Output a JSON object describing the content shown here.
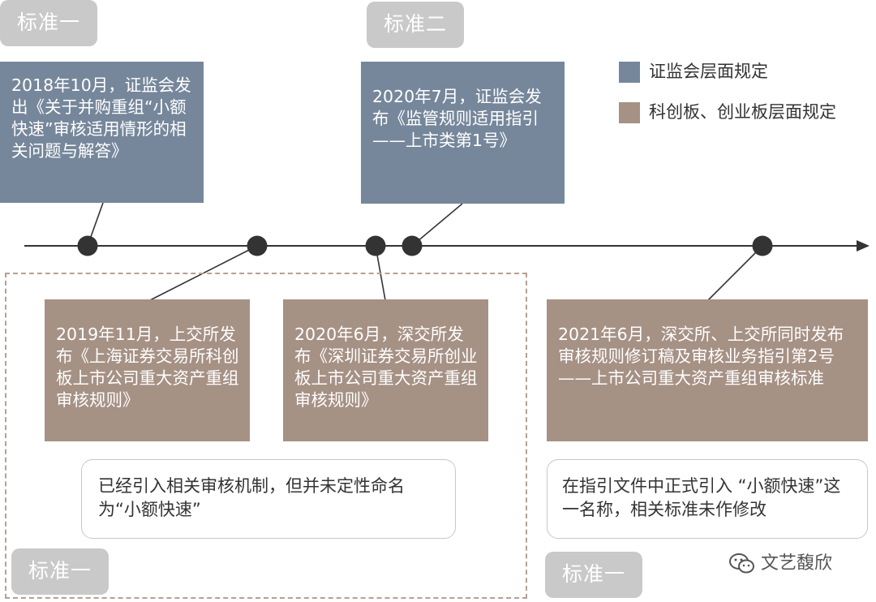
{
  "tags": {
    "standard1_top": "标准一",
    "standard2_top": "标准二",
    "standard1_left_bottom": "标准一",
    "standard1_right_bottom": "标准一"
  },
  "legend": {
    "csrc": {
      "label": "证监会层面规定",
      "color": "#76879b"
    },
    "board": {
      "label": "科创板、创业板层面规定",
      "color": "#a69185"
    }
  },
  "events": {
    "e2018": "2018年10月，证监会发出《关于并购重组“小额快速”审核适用情形的相关问题与解答》",
    "e2020_7": "2020年7月，证监会发布《监管规则适用指引——上市类第1号》",
    "e2019": "2019年11月，上交所发布《上海证券交易所科创板上市公司重大资产重组审核规则》",
    "e2020_6": "2020年6月，深交所发布《深圳证券交易所创业板上市公司重大资产重组审核规则》",
    "e2021": "2021年6月，深交所、上交所同时发布审核规则修订稿及审核业务指引第2号——上市公司重大资产重组审核标准"
  },
  "notes": {
    "left": "已经引入相关审核机制，但并未定性命名为“小额快速”",
    "right": "在指引文件中正式引入 “小额快速”这一名称，相关标准未作修改"
  },
  "watermark": "文艺馥欣"
}
